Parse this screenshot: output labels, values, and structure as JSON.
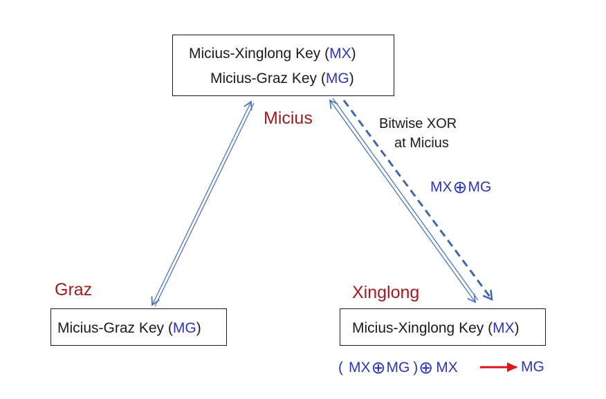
{
  "micius_box": {
    "line1_prefix": "Micius-Xinglong Key (",
    "line1_code": "MX",
    "line1_suffix": ")",
    "line2_prefix": "Micius-Graz Key (",
    "line2_code": "MG",
    "line2_suffix": ")"
  },
  "graz_box": {
    "prefix": "Micius-Graz Key (",
    "code": "MG",
    "suffix": ")"
  },
  "xinglong_box": {
    "prefix": "Micius-Xinglong Key (",
    "code": "MX",
    "suffix": ")"
  },
  "labels": {
    "micius": "Micius",
    "graz": "Graz",
    "xinglong": "Xinglong"
  },
  "annotation": {
    "line1": "Bitwise XOR",
    "line2": "at Micius"
  },
  "xor_label": {
    "left": "MX",
    "operator": "⊕",
    "right": "MG"
  },
  "formula": {
    "open": "(",
    "mx": "MX",
    "op1": "⊕",
    "mg": "MG",
    "close": ")",
    "op2": "⊕",
    "mx2": "MX",
    "result": "MG"
  },
  "colors": {
    "link_blue": "#4a74c0",
    "dashed_blue": "#3d66ad",
    "text_blue": "#2b35b8",
    "label_red": "#a31b1f",
    "result_arrow_red": "#e0121a"
  },
  "icons": {
    "xor": "circled-plus-icon",
    "result_arrow": "right-arrow-icon"
  }
}
